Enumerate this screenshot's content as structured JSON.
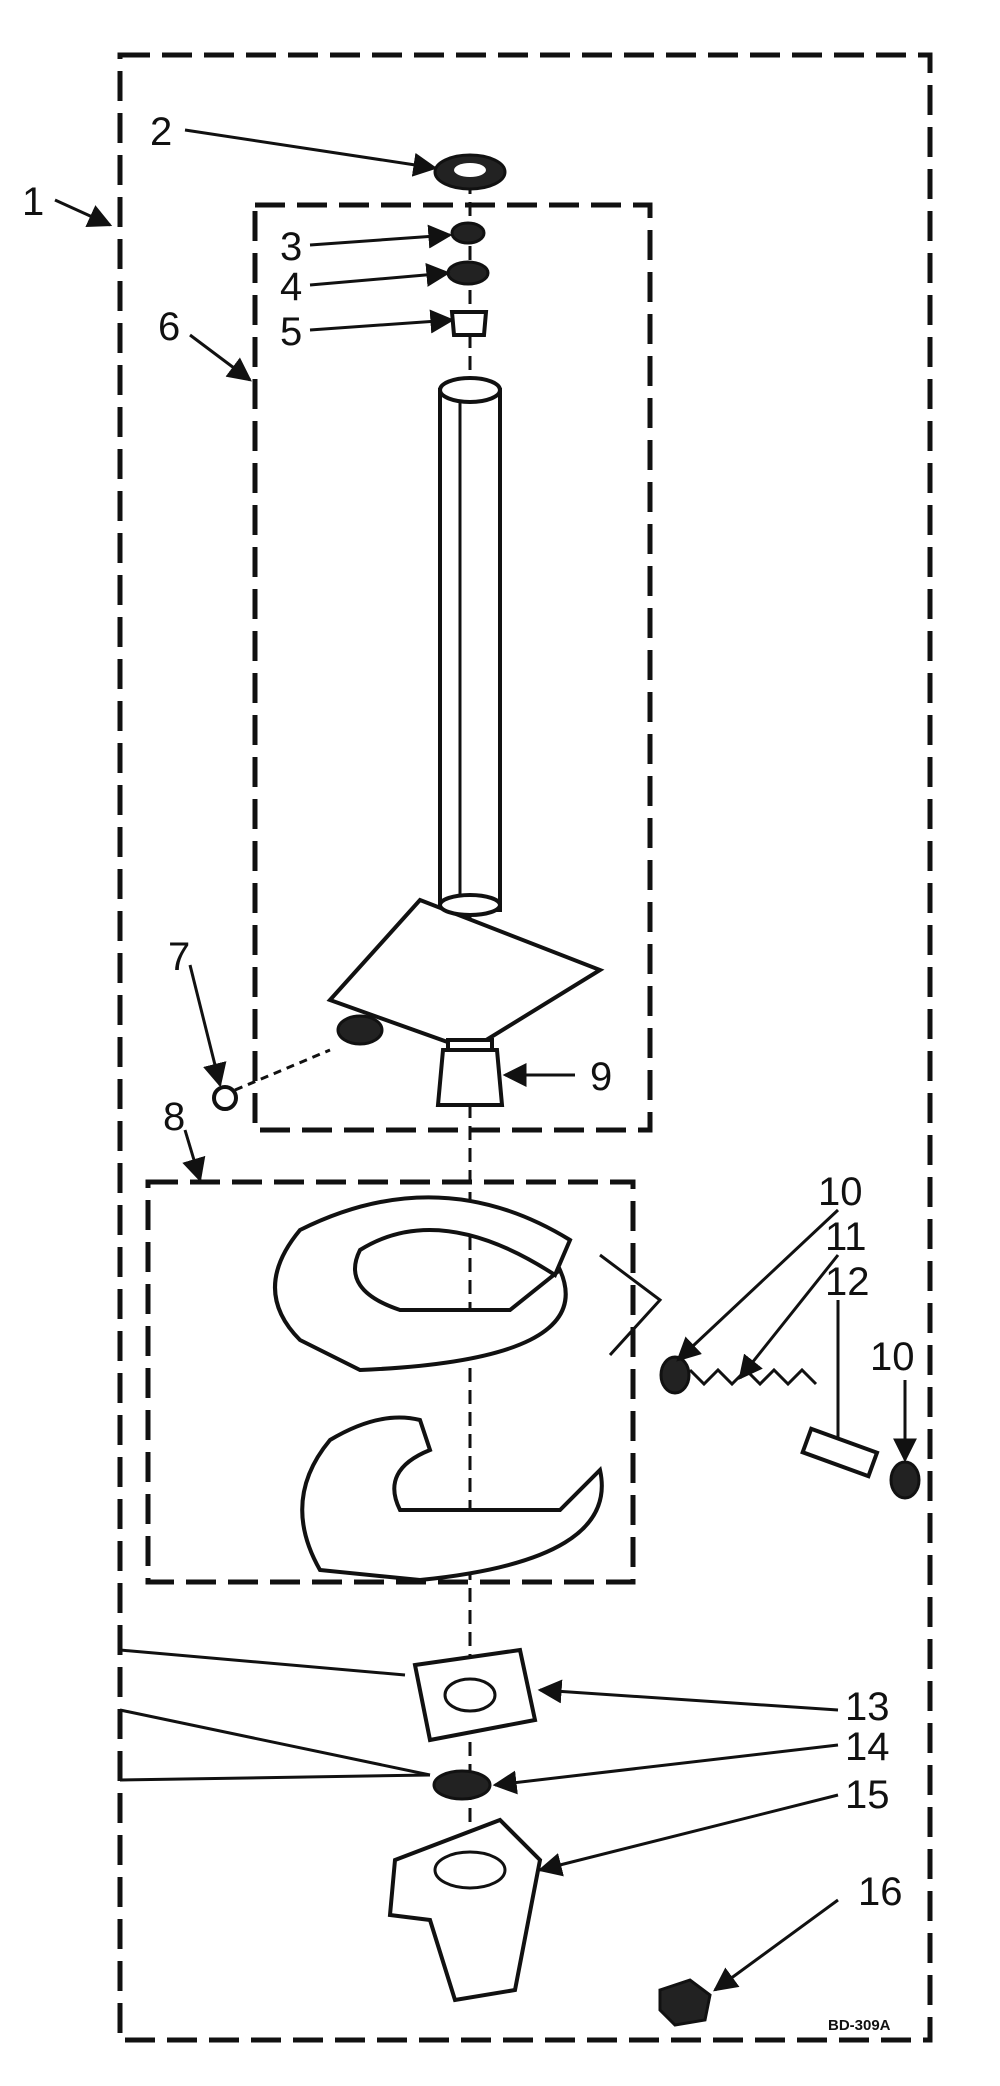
{
  "callouts": [
    "1",
    "2",
    "3",
    "4",
    "5",
    "6",
    "7",
    "8",
    "9",
    "10",
    "11",
    "12",
    "10",
    "13",
    "14",
    "15",
    "16"
  ],
  "drawing_code": "BD-309A"
}
